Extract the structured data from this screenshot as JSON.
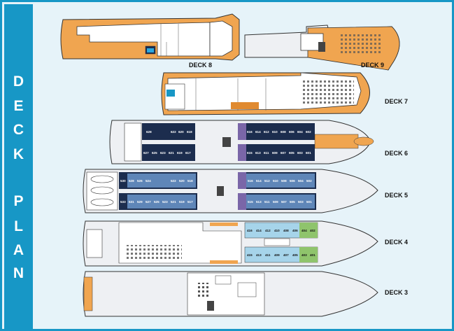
{
  "sidebar": {
    "title": "DECK PLAN",
    "letters": [
      "D",
      "E",
      "C",
      "K",
      "P",
      "L",
      "A",
      "N"
    ]
  },
  "colors": {
    "frame": "#1797c6",
    "hull": "#eef0f3",
    "teak": "#f0a550",
    "cabin_dark": "#1c2d4e",
    "cabin_blue": "#5f86b8",
    "cabin_light": "#a6d4ea",
    "cabin_green": "#8fc46c",
    "suite_purple": "#7a66a8"
  },
  "decks": [
    {
      "id": "deck8",
      "label": "DECK 8"
    },
    {
      "id": "deck9",
      "label": "DECK 9"
    },
    {
      "id": "deck7",
      "label": "DECK 7"
    },
    {
      "id": "deck6",
      "label": "DECK 6",
      "row_top": [
        "628",
        "622",
        "620",
        "618",
        "616",
        "614",
        "612",
        "610",
        "608",
        "606",
        "604",
        "602"
      ],
      "row_bottom": [
        "627",
        "625",
        "623",
        "621",
        "619",
        "617",
        "615",
        "613",
        "611",
        "609",
        "607",
        "605",
        "603",
        "601"
      ]
    },
    {
      "id": "deck5",
      "label": "DECK 5",
      "row_top": [
        "530",
        "528",
        "526",
        "524",
        "522",
        "520",
        "518",
        "516",
        "514",
        "512",
        "510",
        "508",
        "506",
        "504",
        "502"
      ],
      "row_bottom": [
        "533",
        "531",
        "529",
        "527",
        "525",
        "523",
        "521",
        "519",
        "517",
        "515",
        "513",
        "511",
        "509",
        "507",
        "505",
        "503",
        "501"
      ]
    },
    {
      "id": "deck4",
      "label": "DECK 4",
      "row_top": [
        "416",
        "414",
        "412",
        "410",
        "408",
        "406",
        "404",
        "402"
      ],
      "row_bottom": [
        "415",
        "413",
        "411",
        "409",
        "407",
        "405",
        "403",
        "401"
      ]
    },
    {
      "id": "deck3",
      "label": "DECK 3"
    }
  ]
}
